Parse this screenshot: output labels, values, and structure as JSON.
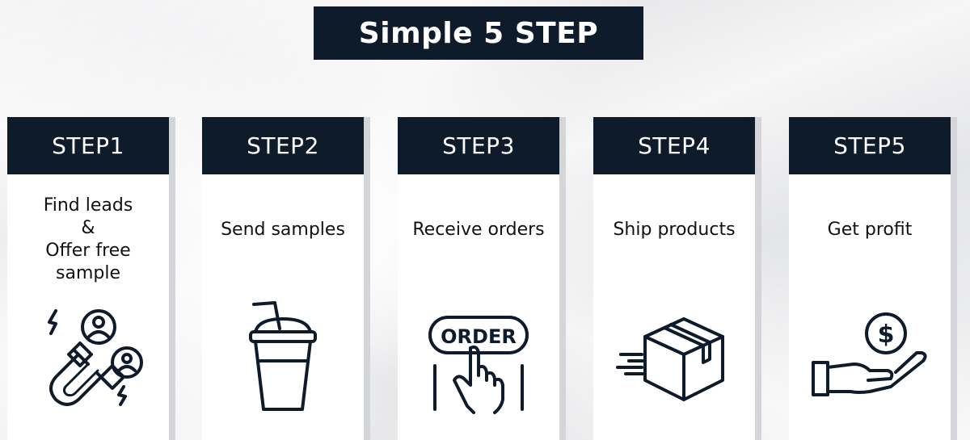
{
  "title": "Simple 5 STEP",
  "steps": [
    {
      "label": "STEP1",
      "desc_lines": [
        "Find leads",
        "&",
        "Offer free",
        "sample"
      ],
      "icon": "magnet-leads-icon"
    },
    {
      "label": "STEP2",
      "desc_lines": [
        "Send samples"
      ],
      "icon": "drink-cup-icon"
    },
    {
      "label": "STEP3",
      "desc_lines": [
        "Receive orders"
      ],
      "icon": "order-button-icon",
      "icon_text": "ORDER"
    },
    {
      "label": "STEP4",
      "desc_lines": [
        "Ship products"
      ],
      "icon": "shipping-box-icon"
    },
    {
      "label": "STEP5",
      "desc_lines": [
        "Get profit"
      ],
      "icon": "hand-coin-icon",
      "icon_text": "$"
    }
  ],
  "colors": {
    "header_bg": "#0e1b2b",
    "header_text": "#ffffff",
    "card_bg": "#ffffff",
    "card_shadow": "#d3d5d9",
    "icon_stroke": "#0e1b2b"
  }
}
